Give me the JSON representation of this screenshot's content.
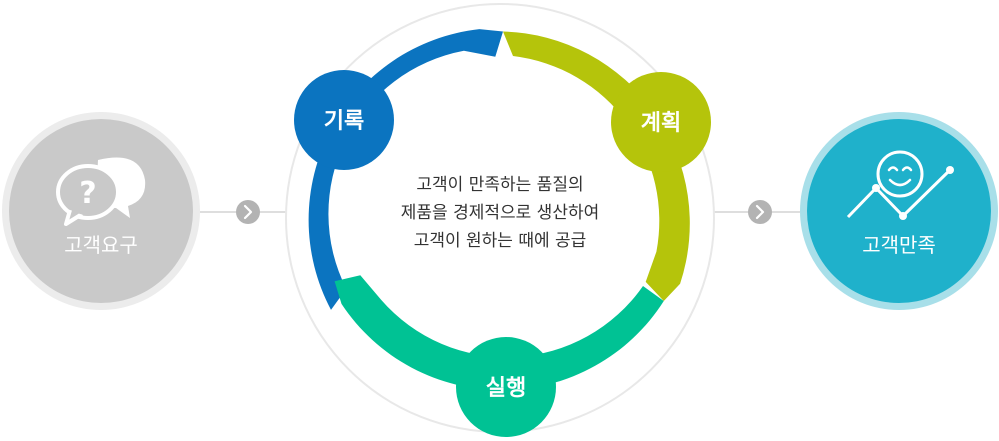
{
  "diagram": {
    "center_text": {
      "line1": "고객이 만족하는 품질의",
      "line2": "제품을 경제적으로 생산하여",
      "line3": "고객이 원하는 때에 공급"
    },
    "left_node": {
      "label": "고객요구",
      "icon": "speech-bubbles-question-icon"
    },
    "right_node": {
      "label": "고객만족",
      "icon": "smiley-line-graph-icon"
    },
    "cycle": [
      {
        "label": "기록",
        "color": "#0b74c0"
      },
      {
        "label": "계획",
        "color": "#b5c40b"
      },
      {
        "label": "실행",
        "color": "#00c294"
      }
    ],
    "colors": {
      "left_node": "#c9c9c9",
      "right_node": "#1fb1cb",
      "right_node_ring": "#a8dfe9",
      "connector": "#d4d4d4",
      "arrow_badge": "#b3b3b3",
      "outer_ring": "#e8e8e8",
      "text": "#333333"
    }
  }
}
